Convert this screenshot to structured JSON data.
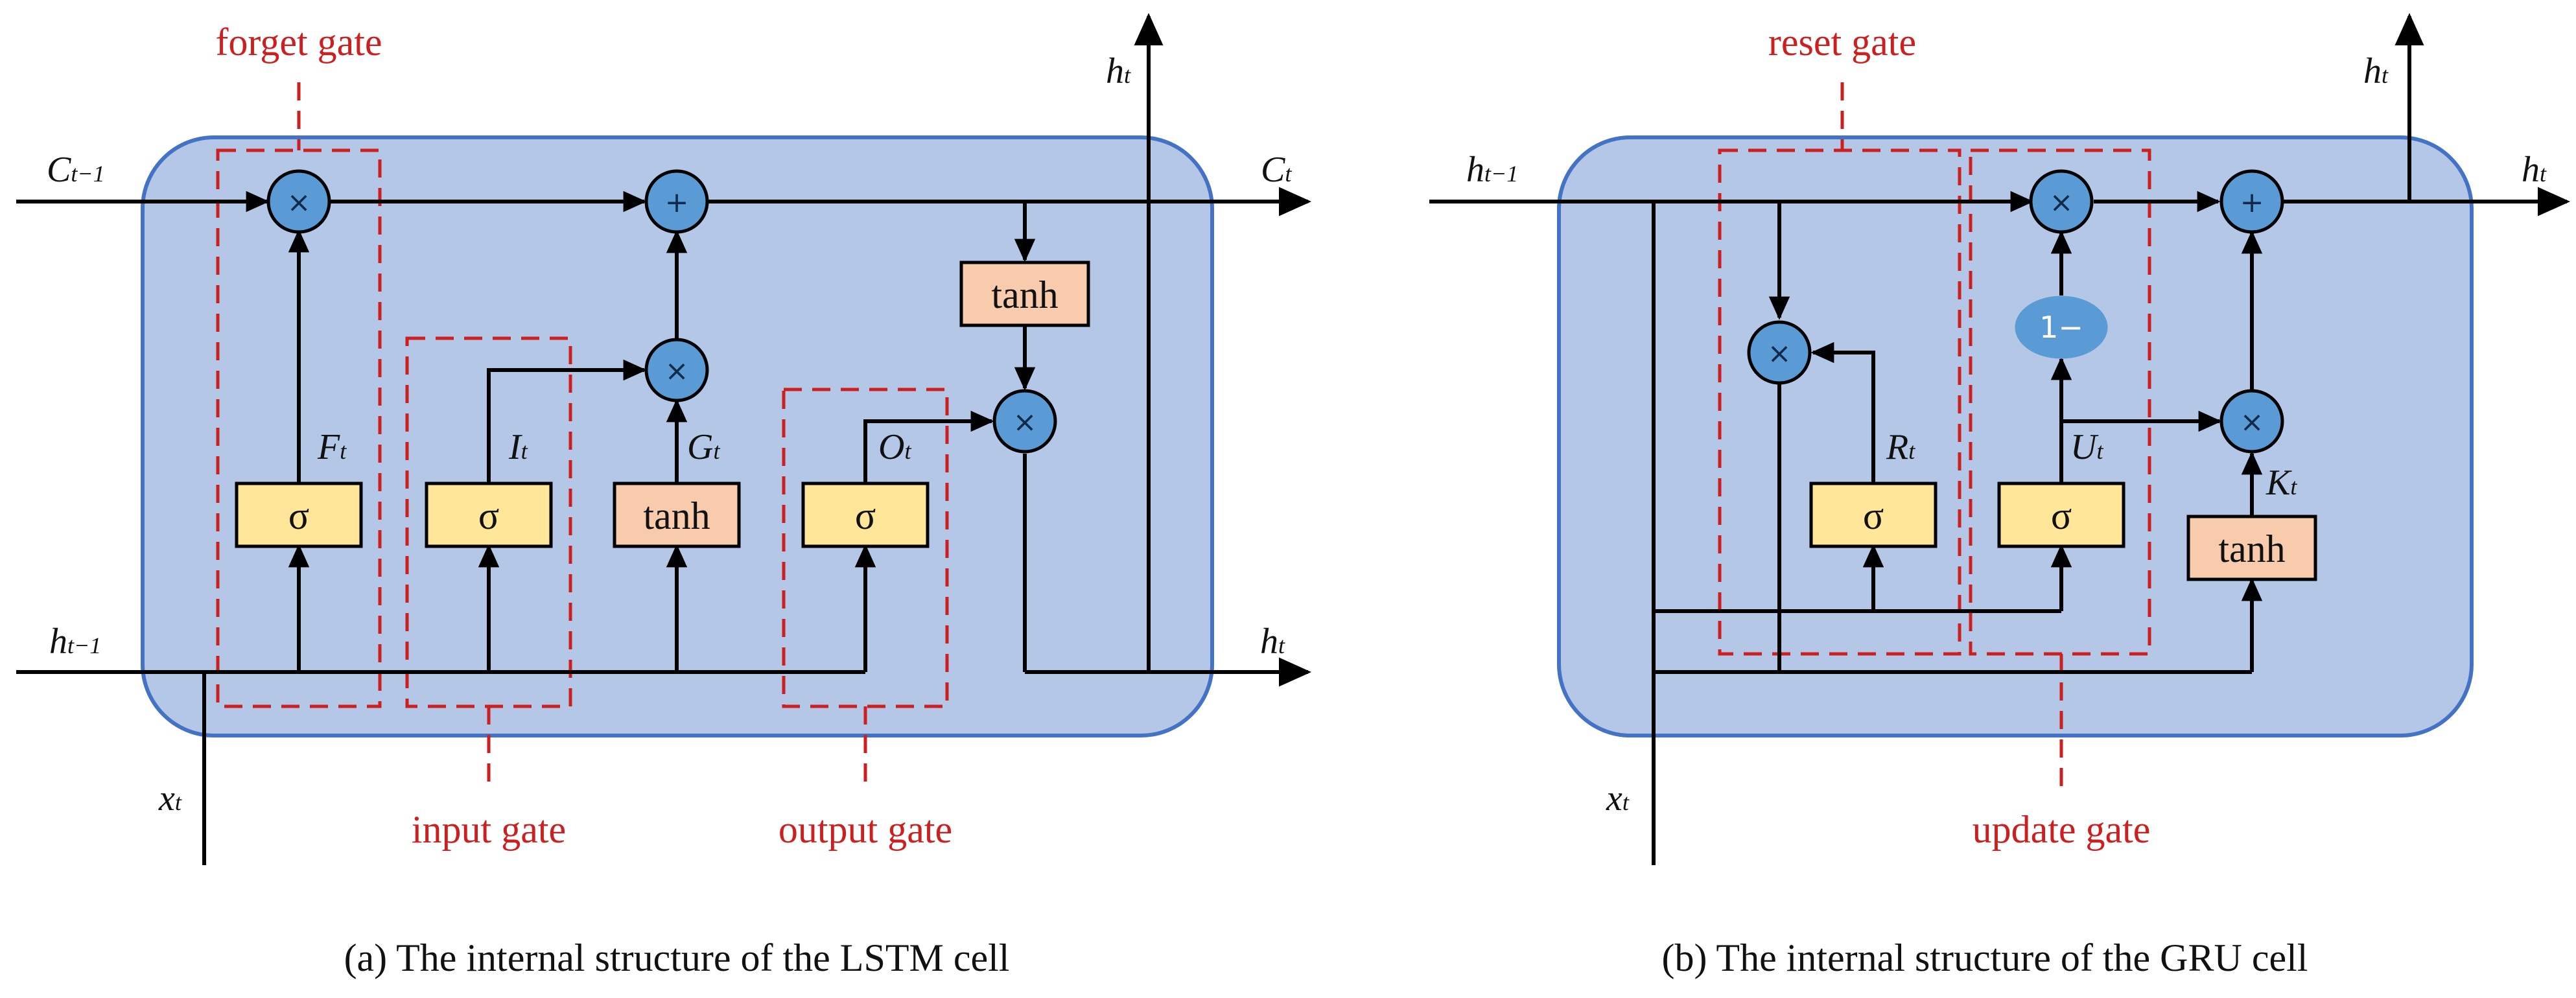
{
  "colors": {
    "cell_fill": "#b4c7e7",
    "cell_stroke": "#4472c4",
    "sigma_fill": "#ffe699",
    "tanh_fill": "#f8cbad",
    "op_fill": "#5b9bd5",
    "gate_dash": "#cc1f1f",
    "line": "#000000"
  },
  "lstm": {
    "caption": "(a) The internal structure of the LSTM cell",
    "gates": {
      "forget": "forget gate",
      "input": "input gate",
      "output": "output gate"
    },
    "boxes": {
      "sigma_f": "σ",
      "sigma_i": "σ",
      "tanh_g": "tanh",
      "sigma_o": "σ",
      "tanh_c": "tanh"
    },
    "ops": {
      "mul_f": "×",
      "add_c": "+",
      "mul_i": "×",
      "mul_o": "×"
    },
    "labels": {
      "c_in": {
        "main": "C",
        "sub": "t−1"
      },
      "c_out": {
        "main": "C",
        "sub": "t"
      },
      "h_top": {
        "main": "h",
        "sub": "t"
      },
      "h_in": {
        "main": "h",
        "sub": "t−1"
      },
      "h_out": {
        "main": "h",
        "sub": "t"
      },
      "x_in": {
        "main": "x",
        "sub": "t"
      },
      "F": {
        "main": "F",
        "sub": "t"
      },
      "I": {
        "main": "I",
        "sub": "t"
      },
      "G": {
        "main": "G",
        "sub": "t"
      },
      "O": {
        "main": "O",
        "sub": "t"
      }
    }
  },
  "gru": {
    "caption": "(b) The internal structure of the GRU cell",
    "gates": {
      "reset": "reset gate",
      "update": "update gate"
    },
    "boxes": {
      "sigma_r": "σ",
      "sigma_u": "σ",
      "tanh_k": "tanh"
    },
    "ops": {
      "mul_r": "×",
      "mul_u": "×",
      "one_minus": "1−",
      "add_h": "+",
      "mul_k": "×"
    },
    "labels": {
      "h_in": {
        "main": "h",
        "sub": "t−1"
      },
      "h_top": {
        "main": "h",
        "sub": "t"
      },
      "h_out": {
        "main": "h",
        "sub": "t"
      },
      "x_in": {
        "main": "x",
        "sub": "t"
      },
      "R": {
        "main": "R",
        "sub": "t"
      },
      "U": {
        "main": "U",
        "sub": "t"
      },
      "K": {
        "main": "K",
        "sub": "t"
      }
    }
  }
}
